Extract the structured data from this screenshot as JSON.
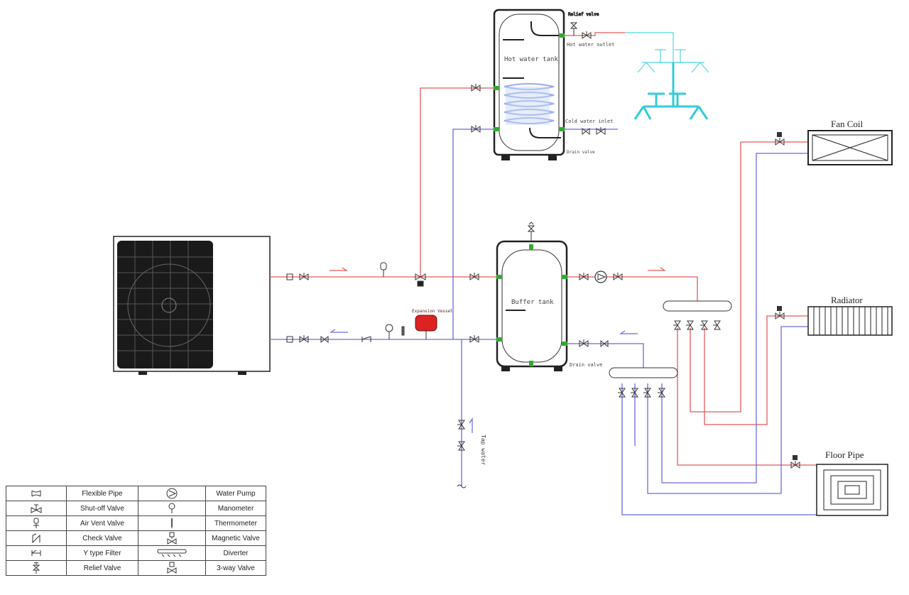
{
  "labels": {
    "hot_water_tank": "Hot water tank",
    "hot_water_outlet": "Hot water outlet",
    "cold_water_inlet": "Cold water inlet",
    "buffer_tank": "Buffer tank",
    "fan_coil": "Fan Coil",
    "radiator": "Radiator",
    "floor_pipe": "Floor Pipe",
    "expansion_vessel": "Expansion Vessel",
    "tap_water": "Tap water",
    "drain_valve": "Drain valve",
    "drain_valve_2": "Drain valve",
    "relief_valve": "Relief valve"
  },
  "legend": [
    {
      "left_icon": "flexible-pipe-icon",
      "left": "Flexible Pipe",
      "right_icon": "water-pump-icon",
      "right": "Water Pump"
    },
    {
      "left_icon": "shut-off-valve-icon",
      "left": "Shut-off Valve",
      "right_icon": "manometer-icon",
      "right": "Manometer"
    },
    {
      "left_icon": "air-vent-valve-icon",
      "left": "Air Vent Valve",
      "right_icon": "thermometer-icon",
      "right": "Thermometer"
    },
    {
      "left_icon": "check-valve-icon",
      "left": "Check Valve",
      "right_icon": "magnetic-valve-icon",
      "right": "Magnetic Valve"
    },
    {
      "left_icon": "y-type-filter-icon",
      "left": "Y type Filter",
      "right_icon": "diverter-icon",
      "right": "Diverter"
    },
    {
      "left_icon": "relief-valve-icon",
      "left": "Relief Valve",
      "right_icon": "3-way-valve-icon",
      "right": "3-way Valve"
    }
  ],
  "colors": {
    "hot": "#e35a5a",
    "cold": "#6a6adc",
    "fixture": "#55d6e0",
    "green": "#33aa33",
    "vessel": "#dd2222"
  }
}
